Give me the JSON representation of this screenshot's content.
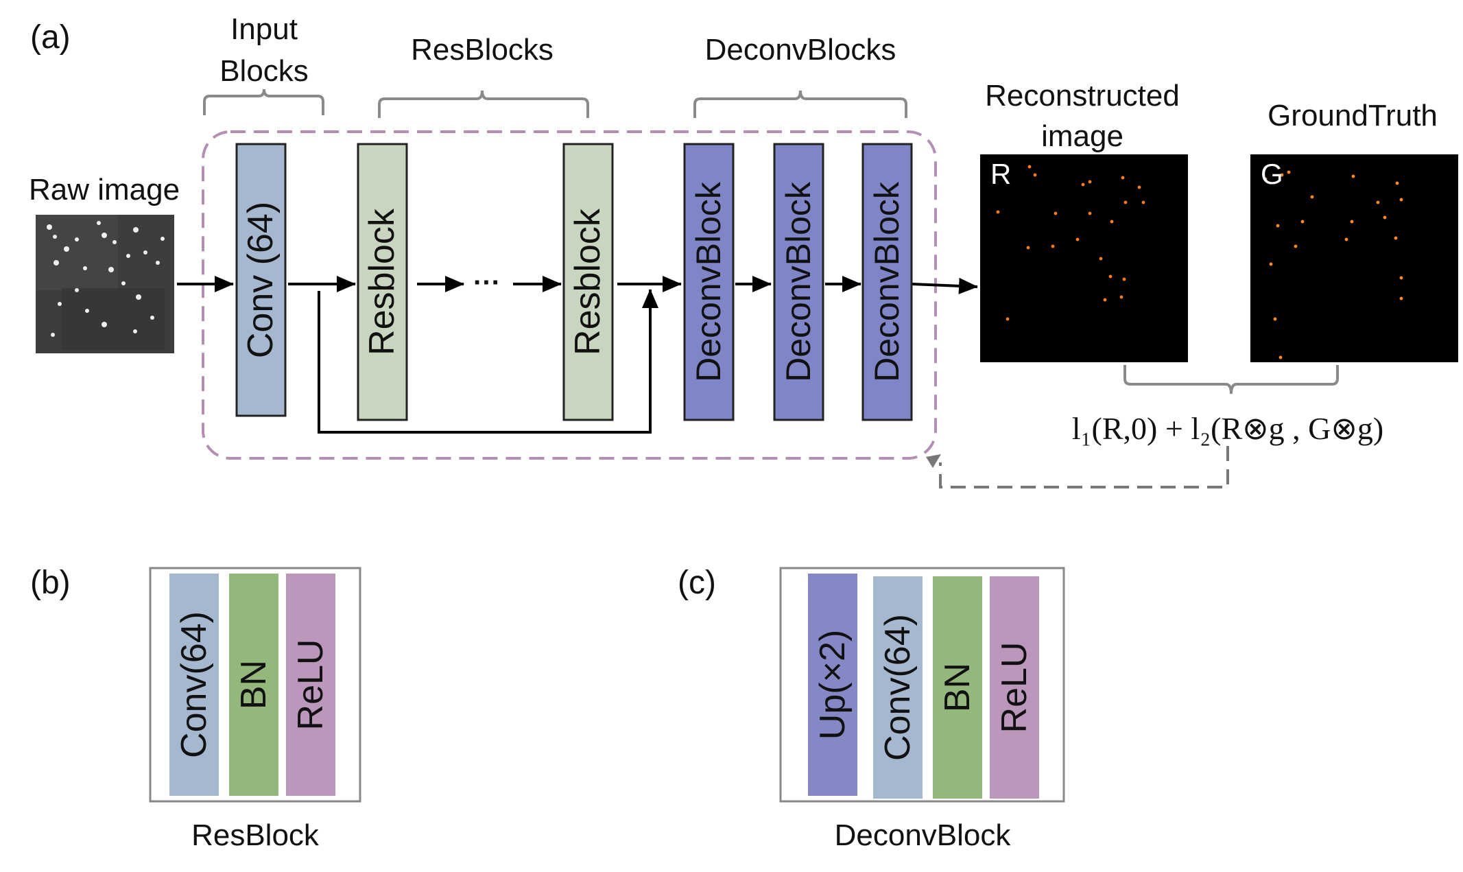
{
  "panel_a": {
    "label": "(a)",
    "raw_image_label": "Raw image",
    "groups": {
      "input_line1": "Input",
      "input_line2": "Blocks",
      "resblocks": "ResBlocks",
      "deconvblocks": "DeconvBlocks"
    },
    "blocks": {
      "conv": "Conv (64)",
      "resblock_1": "Resblock",
      "ellipsis": "···",
      "resblock_2": "Resblock",
      "deconv_1": "DeconvBlock",
      "deconv_2": "DeconvBlock",
      "deconv_3": "DeconvBlock"
    },
    "reconstructed_line1": "Reconstructed",
    "reconstructed_line2": "image",
    "reconstructed_letter": "R",
    "groundtruth_label": "GroundTruth",
    "groundtruth_letter": "G",
    "loss_formula": "l₁(R,0) + l₂(R⊗g , G⊗g)"
  },
  "panel_b": {
    "label": "(b)",
    "caption": "ResBlock",
    "layers": [
      "Conv(64)",
      "BN",
      "ReLU"
    ]
  },
  "panel_c": {
    "label": "(c)",
    "caption": "DeconvBlock",
    "layers": [
      "Up(×2)",
      "Conv(64)",
      "BN",
      "ReLU"
    ]
  },
  "colors": {
    "conv": "#a5b8cf",
    "resblock": "#c8d5bf",
    "deconv": "#7f86c8",
    "bn": "#94b87c",
    "relu": "#bb97bb",
    "up": "#8489c5",
    "dashed_frame": "#b48fb4",
    "feedback": "#777777"
  }
}
